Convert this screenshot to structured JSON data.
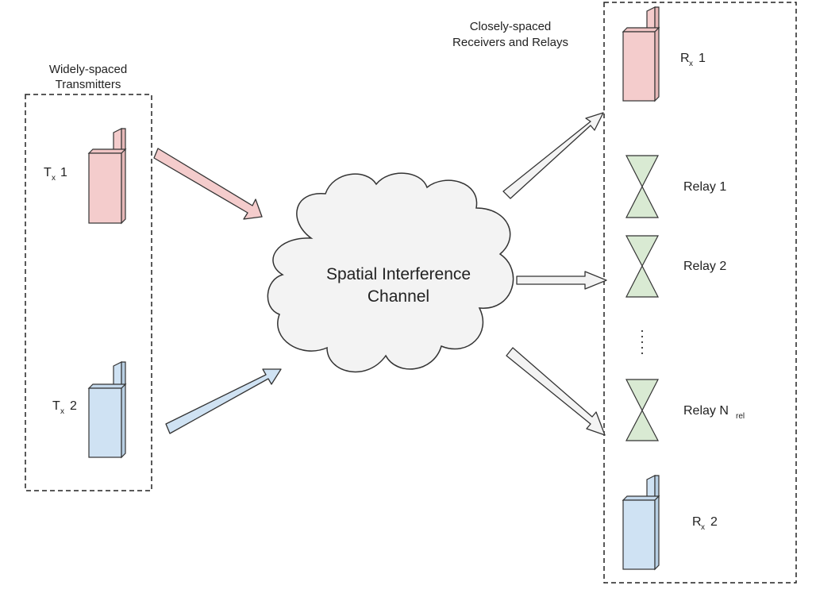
{
  "transmitters": {
    "group_label_line1": "Widely-spaced",
    "group_label_line2": "Transmitters",
    "tx1": {
      "letter": "T",
      "sub": "x",
      "num": "1"
    },
    "tx2": {
      "letter": "T",
      "sub": "x",
      "num": "2"
    }
  },
  "receivers": {
    "group_label_line1": "Closely-spaced",
    "group_label_line2": "Receivers and Relays",
    "rx1": {
      "letter": "R",
      "sub": "x",
      "num": "1"
    },
    "rx2": {
      "letter": "R",
      "sub": "x",
      "num": "2"
    }
  },
  "relays": {
    "relay1": "Relay 1",
    "relay2": "Relay 2",
    "relayN_prefix": "Relay N",
    "relayN_sub": "rel",
    "ellipsis": "⋮"
  },
  "channel": {
    "line1": "Spatial Interference",
    "line2": "Channel"
  },
  "colors": {
    "red_fill": "#f4cccc",
    "blue_fill": "#cfe2f3",
    "green_fill": "#d9ead3",
    "cloud_fill": "#f3f3f3",
    "gray_arrow": "#f3f3f3",
    "stroke": "#333333"
  }
}
